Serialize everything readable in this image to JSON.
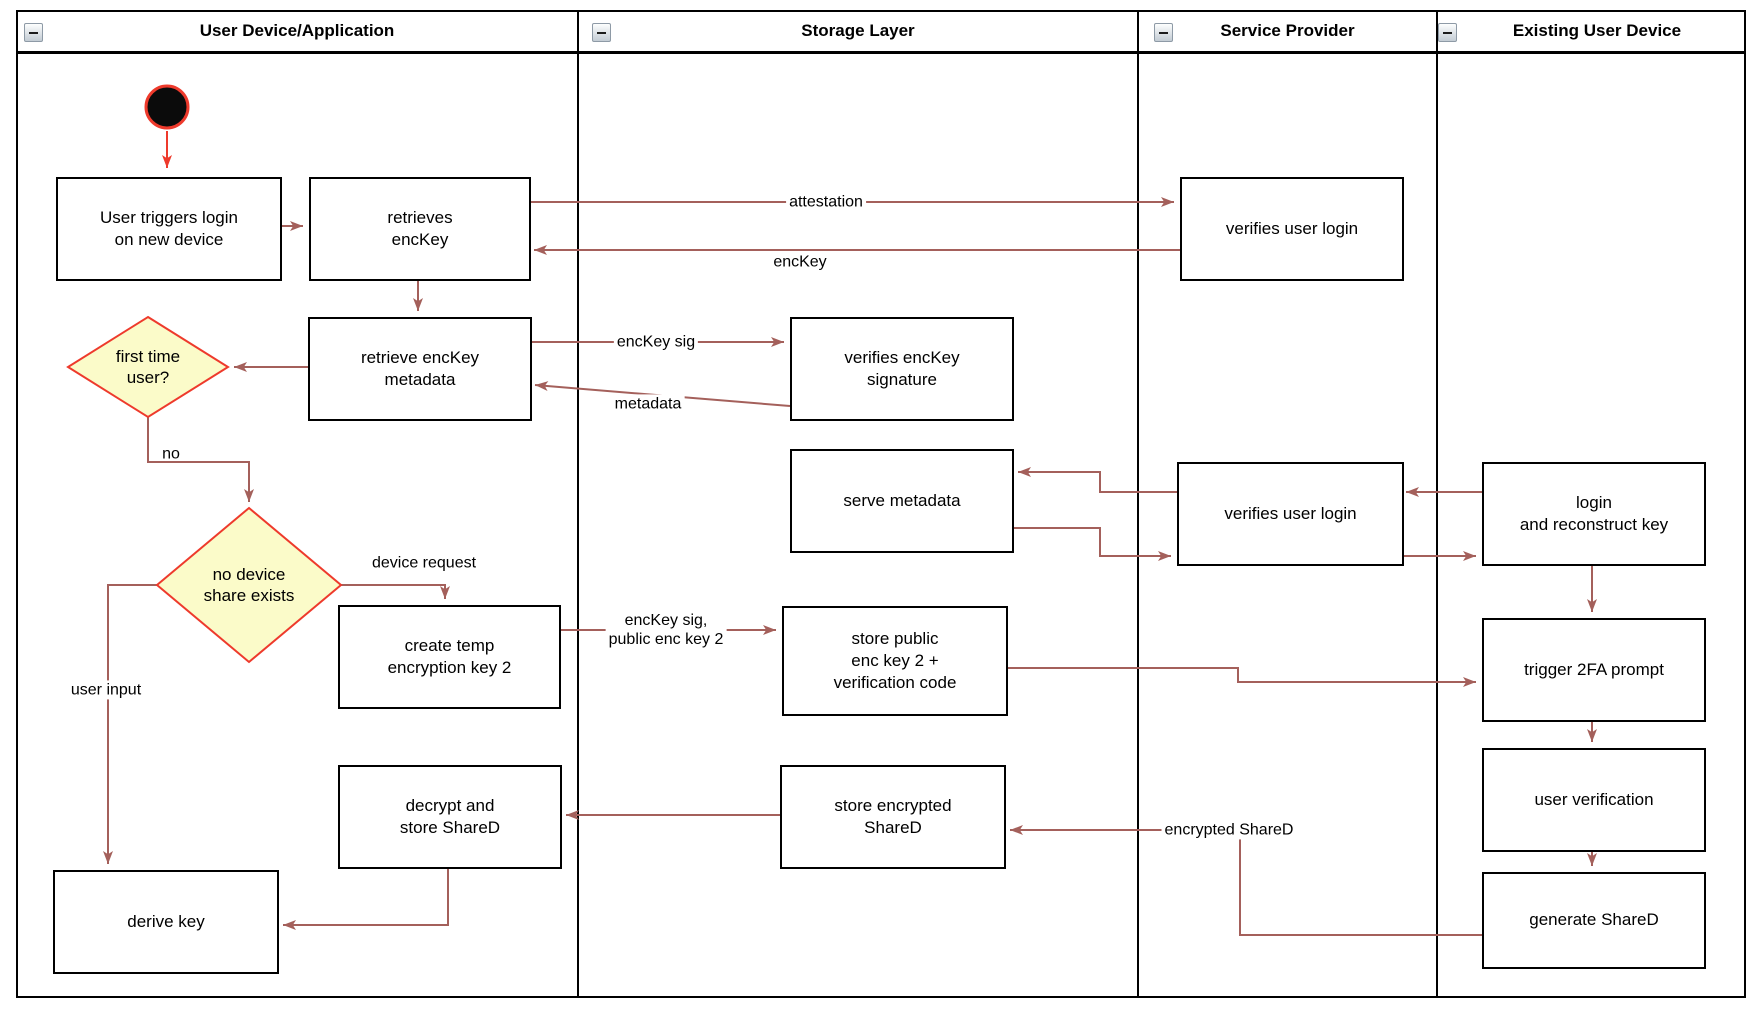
{
  "diagram": {
    "lanes": [
      {
        "title": "User Device/Application"
      },
      {
        "title": "Storage Layer"
      },
      {
        "title": "Service Provider"
      },
      {
        "title": "Existing User Device"
      }
    ],
    "nodes": {
      "user_triggers_login": {
        "label": "User triggers login\non new device"
      },
      "retrieves_enckey": {
        "label": "retrieves\nencKey"
      },
      "retrieve_enckey_metadata": {
        "label": "retrieve encKey\nmetadata"
      },
      "first_time_user": {
        "label": "first time\nuser?"
      },
      "no_device_share_exists": {
        "label": "no device\nshare exists"
      },
      "create_temp_key2": {
        "label": "create temp\nencryption key 2"
      },
      "decrypt_store_shared": {
        "label": "decrypt and\nstore ShareD"
      },
      "derive_key": {
        "label": "derive key"
      },
      "verifies_enckey_signature": {
        "label": "verifies encKey\nsignature"
      },
      "serve_metadata": {
        "label": "serve metadata"
      },
      "store_public_enc_key2": {
        "label": "store public\nenc key 2 +\nverification code"
      },
      "store_encrypted_shared": {
        "label": "store encrypted\nShareD"
      },
      "verifies_user_login_top": {
        "label": "verifies user login"
      },
      "verifies_user_login_mid": {
        "label": "verifies user login"
      },
      "login_reconstruct_key": {
        "label": "login\nand reconstruct key"
      },
      "trigger_2fa": {
        "label": "trigger 2FA prompt"
      },
      "user_verification": {
        "label": "user verification"
      },
      "generate_shared": {
        "label": "generate ShareD"
      }
    },
    "edge_labels": {
      "attestation": "attestation",
      "enckey": "encKey",
      "enckey_sig": "encKey sig",
      "metadata": "metadata",
      "no": "no",
      "device_request": "device request",
      "enckey_sig_public_key2": "encKey sig,\npublic enc key 2",
      "user_input": "user input",
      "encrypted_shared": "encrypted ShareD"
    },
    "colors": {
      "connector": "#a4605b",
      "accent_red": "#ee3a2c",
      "decision_fill": "#fbfbc9",
      "border": "#000000"
    }
  }
}
